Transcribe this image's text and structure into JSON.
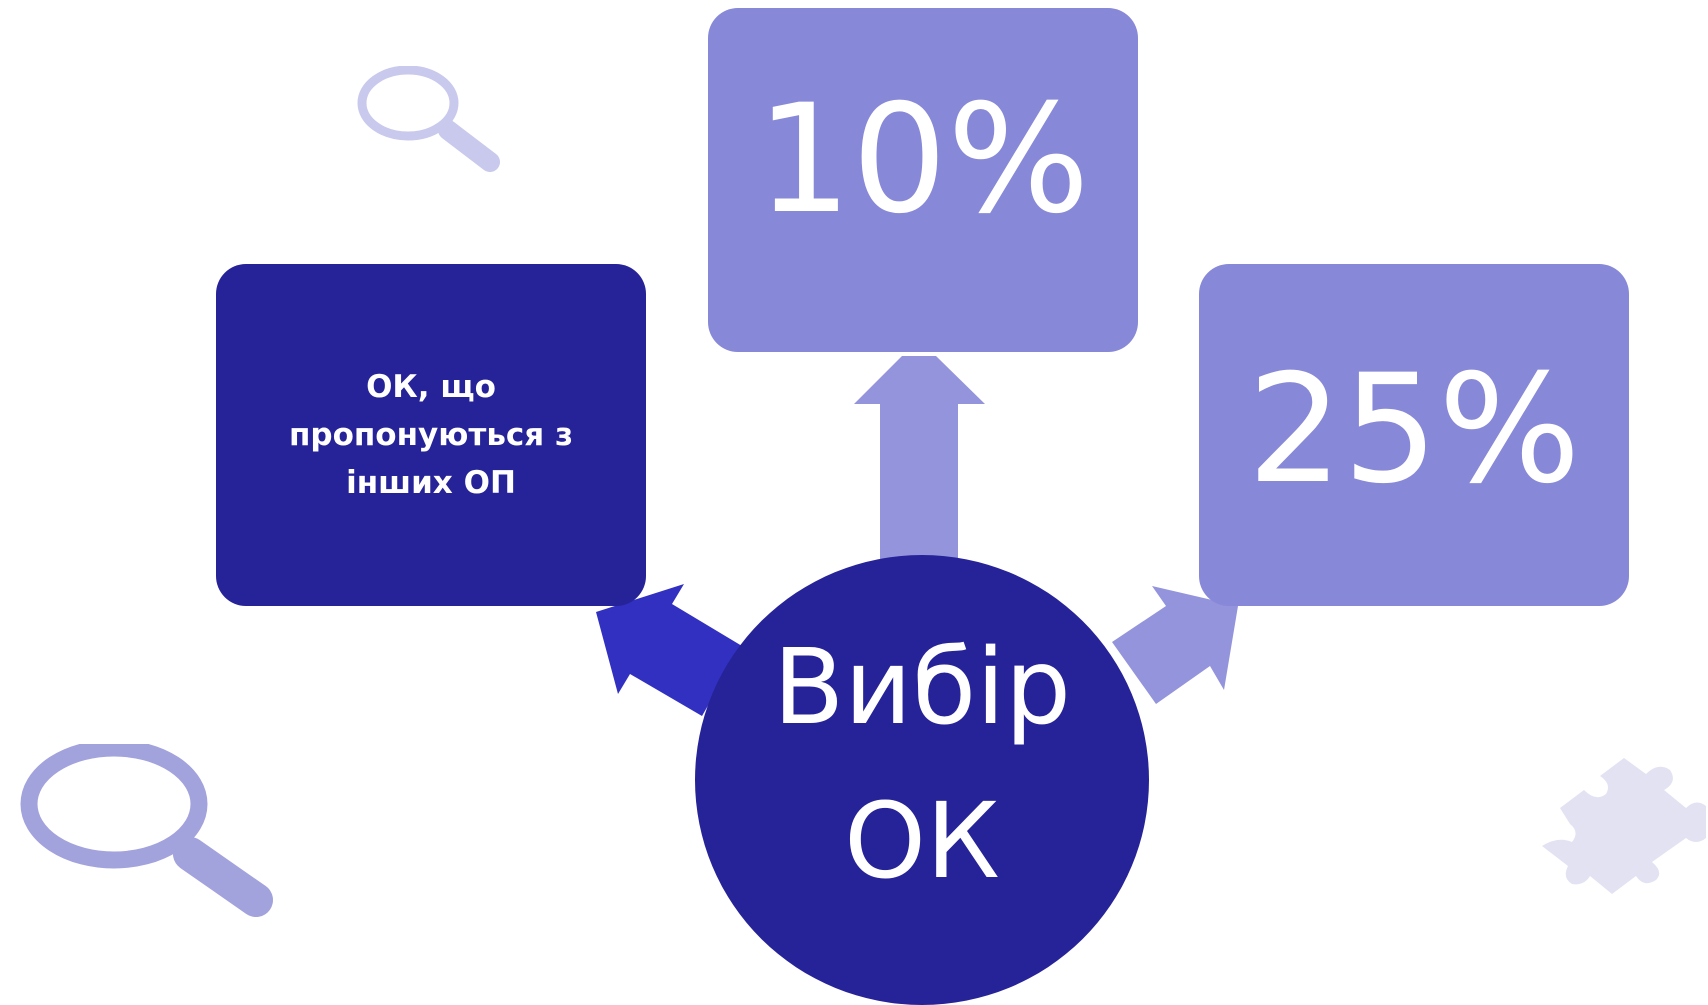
{
  "diagram": {
    "center": {
      "line1": "Вибір",
      "line2": "ОК"
    },
    "boxes": {
      "left": {
        "text": "ОК, що пропонуються з інших ОП"
      },
      "top": {
        "text": "10%"
      },
      "right": {
        "text": "25%"
      }
    },
    "colors": {
      "dark_blue": "#262398",
      "lavender": "#8788d8",
      "arrow_blue": "#3230c0",
      "arrow_lavender": "#9394dc"
    },
    "decorations": [
      "magnifier-icon",
      "magnifier-icon",
      "puzzle-icon"
    ]
  }
}
